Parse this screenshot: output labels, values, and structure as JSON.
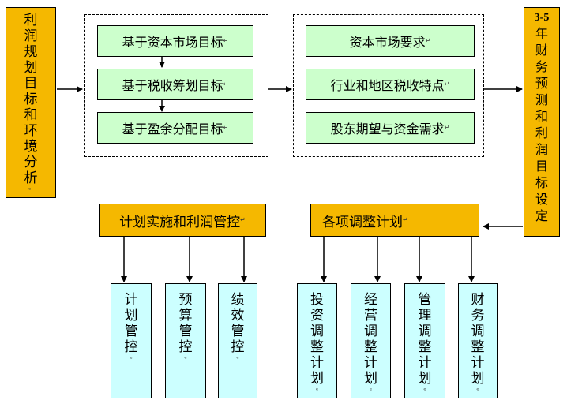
{
  "left_box": "利润规划目标和环境分析",
  "right_box_top": "3-5",
  "right_box_rest": "年财务预测和利润目标设定",
  "goals": [
    "基于资本市场目标",
    "基于税收筹划目标",
    "基于盈余分配目标"
  ],
  "factors": [
    "资本市场要求",
    "行业和地区税收特点",
    "股东期望与资金需求"
  ],
  "plan_impl": "计划实施和利润管控",
  "adjust_plan": "各项调整计划",
  "controls": [
    "计划管控",
    "预算管控",
    "绩效管控"
  ],
  "adjustments": [
    "投资调整计划",
    "经营调整计划",
    "管理调整计划",
    "财务调整计划"
  ],
  "return_mark": "↵",
  "para_mark": "ᵉ"
}
